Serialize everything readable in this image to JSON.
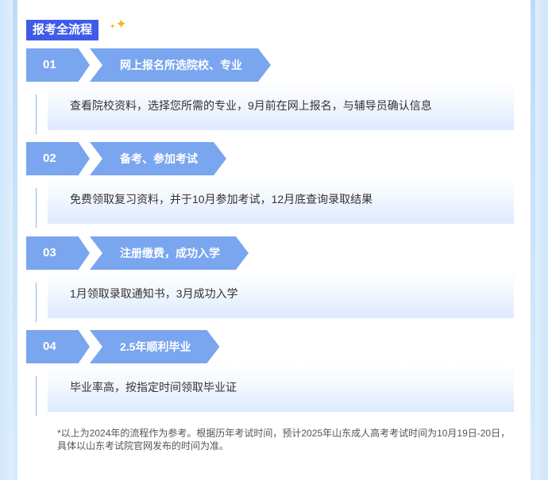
{
  "section": {
    "title": "报考全流程"
  },
  "steps": [
    {
      "num": "01",
      "title": "网上报名所选院校、专业",
      "desc": "查看院校资料，选择您所需的专业，9月前在网上报名，与辅导员确认信息"
    },
    {
      "num": "02",
      "title": "备考、参加考试",
      "desc": "免费领取复习资料，并于10月参加考试，12月底查询录取结果"
    },
    {
      "num": "03",
      "title": "注册缴费，成功入学",
      "desc": "1月领取录取通知书，3月成功入学"
    },
    {
      "num": "04",
      "title": "2.5年顺利毕业",
      "desc": "毕业率高，按指定时间领取毕业证"
    }
  ],
  "footnote": "*以上为2024年的流程作为参考。根据历年考试时间，预计2025年山东成人高考考试时间为10月19日-20日，具体以山东考试院官网发布的时间为准。",
  "colors": {
    "accent": "#3f5be8",
    "tab": "#7aa6ef",
    "sparkle": "#f4b81f"
  },
  "icons": {
    "sparkle": "sparkle-icon"
  }
}
